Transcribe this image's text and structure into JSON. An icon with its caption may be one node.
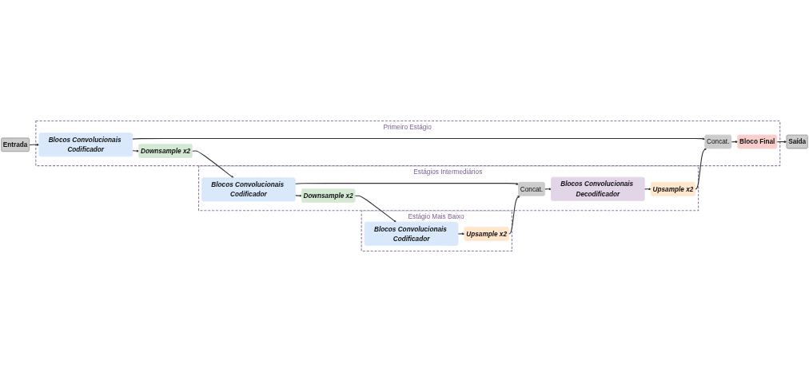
{
  "diagram": {
    "nodes": [
      {
        "text": [
          "Entrada"
        ]
      },
      {
        "text": [
          "Primeiro Estágio"
        ]
      },
      {
        "text": [
          "Blocos Convolucionais Codificador"
        ],
        "in": 1
      },
      {
        "text": [
          "Downsample x2"
        ],
        "in": 1
      },
      {
        "text": [
          "Concat."
        ],
        "in": 1
      },
      {
        "text": [
          "Bloco Final"
        ],
        "in": 1
      },
      {
        "text": [
          "Saída"
        ]
      },
      {
        "text": [
          "Estágios Intermediários"
        ]
      },
      {
        "text": [
          "Blocos Convolucionais Codificador"
        ],
        "in": 7
      },
      {
        "text": [
          "Downsample x2"
        ],
        "in": 7
      },
      {
        "text": [
          "Concat."
        ],
        "in": 7
      },
      {
        "text": [
          "Blocos Convolucionais Decodificador"
        ],
        "in": 7
      },
      {
        "text": [
          "Upsample x2"
        ],
        "in": 7
      },
      {
        "text": [
          "Estágio Mais Baixo"
        ]
      },
      {
        "text": [
          "Blocos Convolucionais Codificador"
        ],
        "in": 13
      },
      {
        "text": [
          "Upsample x2"
        ],
        "in": 13
      }
    ],
    "edges": [
      {
        "from": 0,
        "to": 2,
        "arrow": "to"
      },
      {
        "from": 2,
        "to": 3,
        "arrow": "to"
      },
      {
        "from": 2,
        "to": 4,
        "arrow": "to"
      },
      {
        "from": 4,
        "to": 5,
        "arrow": "to"
      },
      {
        "from": 5,
        "to": 6,
        "arrow": "to"
      },
      {
        "from": 3,
        "to": 8,
        "arrow": "to"
      },
      {
        "from": 8,
        "to": 9,
        "arrow": "to"
      },
      {
        "from": 8,
        "to": 10,
        "arrow": "to"
      },
      {
        "from": 10,
        "to": 11,
        "arrow": "to"
      },
      {
        "from": 11,
        "to": 12,
        "arrow": "to"
      },
      {
        "from": 12,
        "to": 4,
        "arrow": "to"
      },
      {
        "from": 9,
        "to": 14,
        "arrow": "to"
      },
      {
        "from": 14,
        "to": 15,
        "arrow": "to"
      },
      {
        "from": 15,
        "to": 10,
        "arrow": "to"
      }
    ]
  }
}
